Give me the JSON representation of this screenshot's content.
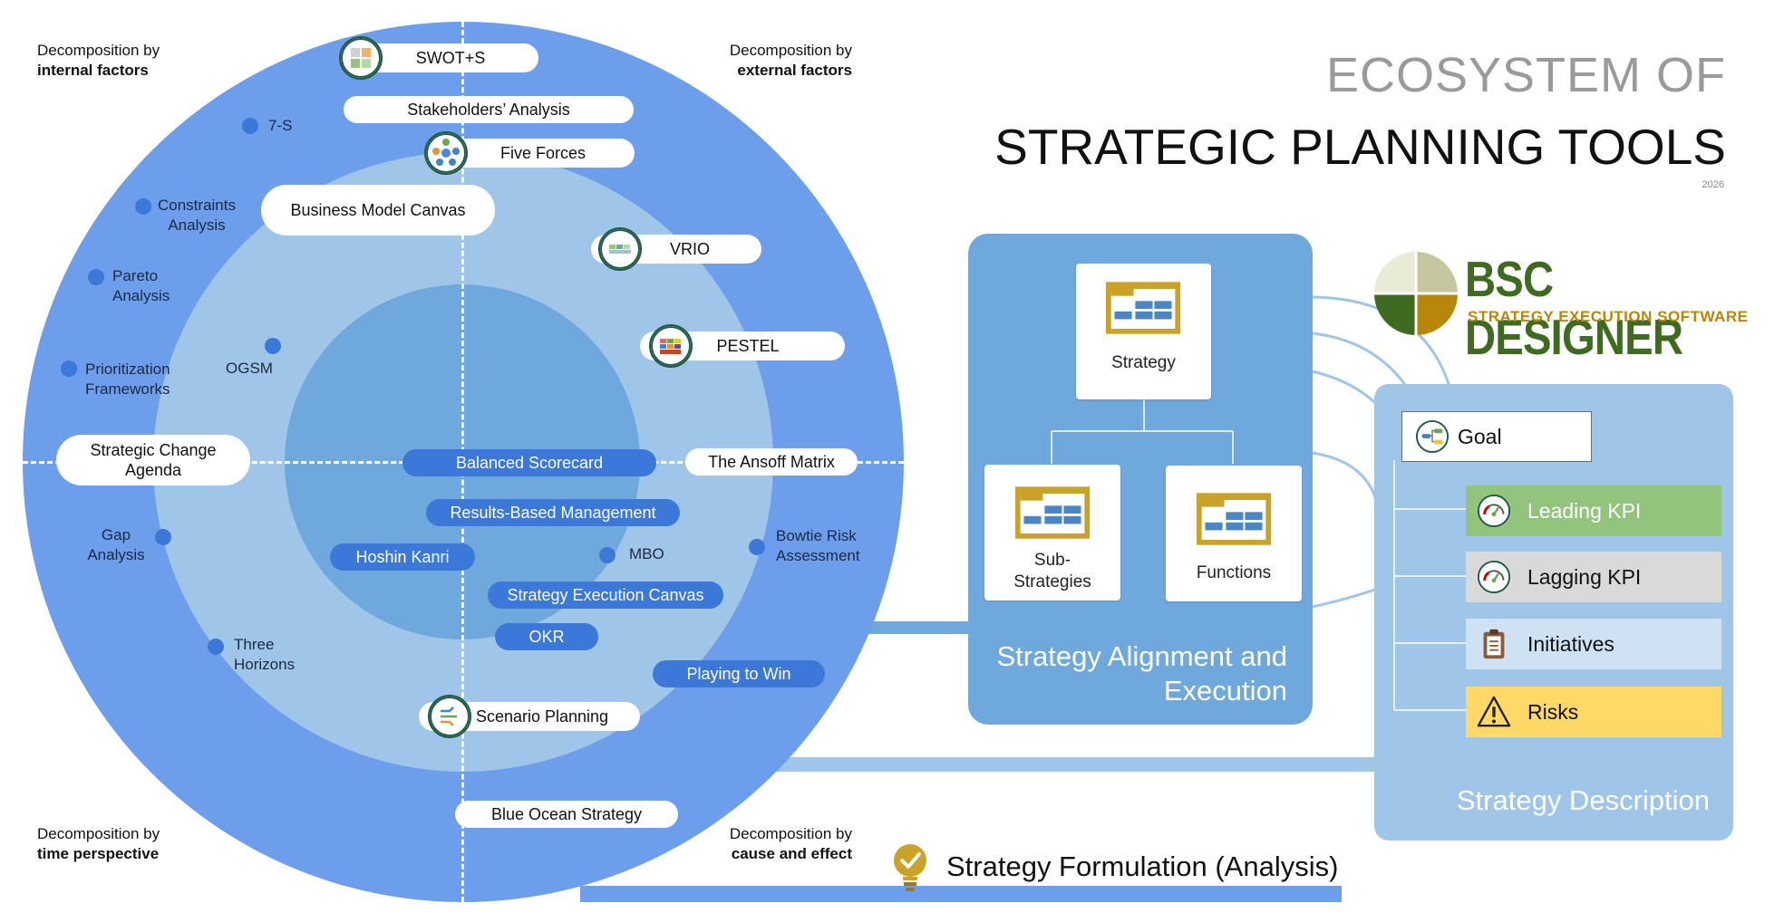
{
  "title": {
    "line1": "ECOSYSTEM OF",
    "line2": "STRATEGIC PLANNING TOOLS",
    "year": "2026"
  },
  "corners": {
    "top_left": {
      "line1": "Decomposition by",
      "line2": "internal factors"
    },
    "top_right": {
      "line1": "Decomposition by",
      "line2": "external factors"
    },
    "bottom_left": {
      "line1": "Decomposition by",
      "line2": "time perspective"
    },
    "bottom_right": {
      "line1": "Decomposition by",
      "line2": "cause and effect"
    }
  },
  "pills": {
    "swot": "SWOT+S",
    "stakeholders": "Stakeholders’ Analysis",
    "five_forces": "Five Forces",
    "bmc": "Business Model Canvas",
    "vrio": "VRIO",
    "pestel": "PESTEL",
    "strategic_change_l1": "Strategic Change",
    "strategic_change_l2": "Agenda",
    "bsc": "Balanced Scorecard",
    "ansoff": "The Ansoff Matrix",
    "rbm": "Results-Based Management",
    "hoshin": "Hoshin Kanri",
    "sec": "Strategy Execution Canvas",
    "okr": "OKR",
    "ptw": "Playing to Win",
    "scenario": "Scenario Planning",
    "blue_ocean": "Blue Ocean Strategy"
  },
  "dot_labels": {
    "seven_s": "7-S",
    "constraints_l1": "Constraints",
    "constraints_l2": "Analysis",
    "pareto_l1": "Pareto",
    "pareto_l2": "Analysis",
    "prioritization_l1": "Prioritization",
    "prioritization_l2": "Frameworks",
    "ogsm": "OGSM",
    "gap_l1": "Gap",
    "gap_l2": "Analysis",
    "mbo": "MBO",
    "bowtie_l1": "Bowtie Risk",
    "bowtie_l2": "Assessment",
    "three_l1": "Three",
    "three_l2": "Horizons"
  },
  "alignment_panel": {
    "strategy": "Strategy",
    "sub_l1": "Sub-",
    "sub_l2": "Strategies",
    "functions": "Functions",
    "caption_l1": "Strategy Alignment and",
    "caption_l2": "Execution"
  },
  "logo": {
    "brand": "BSC DESIGNER",
    "tagline": "STRATEGY EXECUTION SOFTWARE"
  },
  "description_panel": {
    "goal": "Goal",
    "leading": "Leading KPI",
    "lagging": "Lagging KPI",
    "initiatives": "Initiatives",
    "risks": "Risks",
    "caption": "Strategy Description"
  },
  "formulation": "Strategy Formulation (Analysis)",
  "colors": {
    "outer": "#6d9eeb",
    "middle": "#9fc5e8",
    "inner": "#6fa8dc",
    "pill_blue": "#3c78d8",
    "panel_dark": "#6fa8dc",
    "panel_light": "#9fc5e8",
    "leading": "#93c47d",
    "lagging": "#d9d9d9",
    "initiatives": "#cfe2f3",
    "risks": "#ffd966",
    "gold": "#c9a227",
    "logo_green": "#3e6b20"
  },
  "icons": [
    "swot-icon",
    "five-forces-icon",
    "vrio-icon",
    "pestel-icon",
    "scenario-icon",
    "strategy-doc-icon",
    "goal-icon",
    "gauge-icon",
    "clipboard-icon",
    "warning-icon",
    "lightbulb-check-icon"
  ]
}
